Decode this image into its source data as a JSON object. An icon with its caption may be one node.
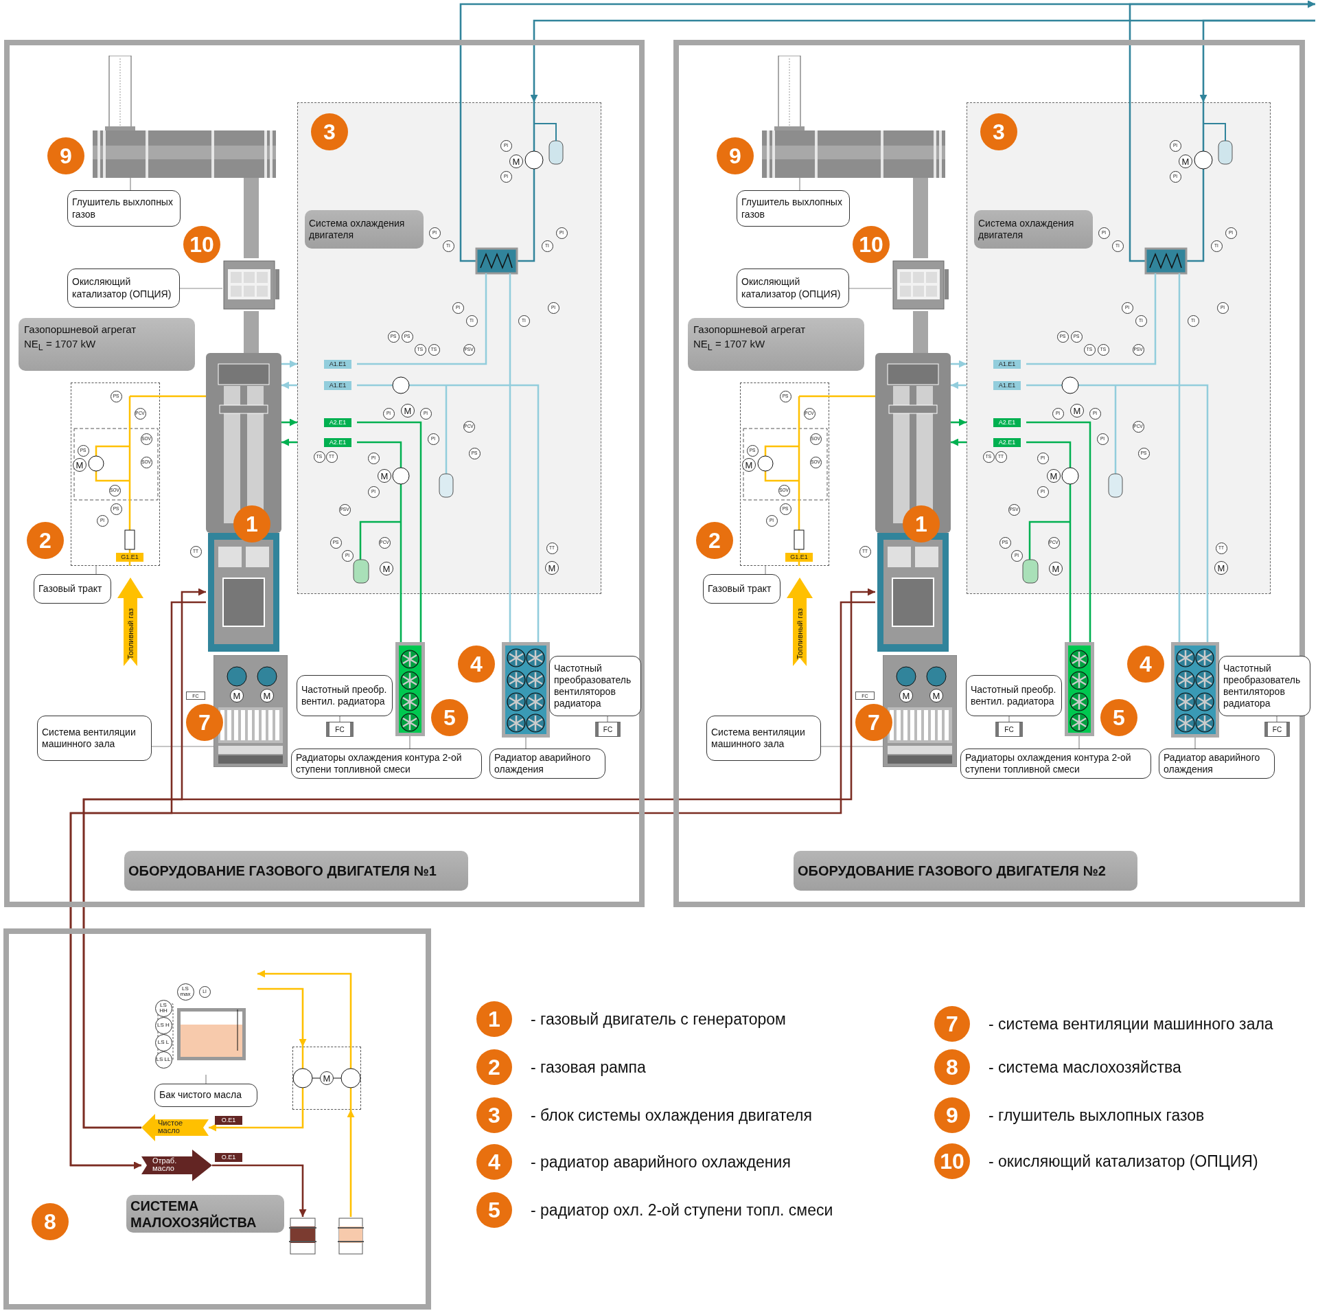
{
  "diagram": {
    "nodes": [
      {
        "text": [
          "ОБОРУДОВАНИЕ ГАЗОВОГО ДВИГАТЕЛЯ №1"
        ]
      },
      {
        "text": [
          "9"
        ],
        "in": 0
      },
      {
        "text": [],
        "shape": "picture",
        "in": 0
      },
      {
        "text": [
          "Глушитель выхлопных газов"
        ],
        "in": 0
      },
      {
        "text": [
          "10"
        ],
        "in": 0
      },
      {
        "text": [],
        "shape": "picture",
        "in": 0
      },
      {
        "text": [
          "Окисляющий катализатор (ОПЦИЯ)"
        ],
        "in": 0
      },
      {
        "text": [
          "Газопоршневой агрегат",
          "NE$_{L}$ = 1707 kW"
        ],
        "in": 0
      },
      {
        "text": [
          "Система охлаждения двигателя"
        ],
        "in": 0
      },
      {
        "text": [
          "3"
        ],
        "in": 8
      },
      {
        "text": [],
        "shape": "picture",
        "in": 0
      },
      {
        "text": [
          "1"
        ],
        "in": 0
      },
      {
        "text": [],
        "shape": "box",
        "in": 0
      },
      {
        "text": [
          "2"
        ],
        "in": 0
      },
      {
        "text": [
          "Газовый тракт"
        ],
        "in": 0
      },
      {
        "text": [
          "Топливный газ"
        ],
        "in": 0
      },
      {
        "text": [],
        "shape": "picture",
        "in": 0
      },
      {
        "text": [
          "7"
        ],
        "in": 0
      },
      {
        "text": [
          "Система вентиляции машинного зала"
        ],
        "in": 0
      },
      {
        "text": [],
        "shape": "picture",
        "in": 0
      },
      {
        "text": [
          "5"
        ],
        "in": 0
      },
      {
        "text": [
          "Радиаторы охлаждения контура 2-ой ступени топливной смеси"
        ],
        "in": 0
      },
      {
        "text": [
          "Частотный преобр. вентил. радиатора"
        ],
        "in": 0
      },
      {
        "text": [
          "FC"
        ],
        "in": 0
      },
      {
        "text": [],
        "shape": "picture",
        "in": 0
      },
      {
        "text": [
          "4"
        ],
        "in": 0
      },
      {
        "text": [
          "Радиатор аварийного олаждения"
        ],
        "in": 0
      },
      {
        "text": [
          "Частотный преобразователь вентиляторов радиатора"
        ],
        "in": 0
      },
      {
        "text": [
          "FC"
        ],
        "in": 0
      },
      {
        "text": [
          "ОБОРУДОВАНИЕ ГАЗОВОГО ДВИГАТЕЛЯ №2"
        ]
      },
      {
        "text": [
          "9"
        ],
        "in": 29
      },
      {
        "text": [],
        "shape": "picture",
        "in": 29
      },
      {
        "text": [
          "Глушитель выхлопных газов"
        ],
        "in": 29
      },
      {
        "text": [
          "10"
        ],
        "in": 29
      },
      {
        "text": [],
        "shape": "picture",
        "in": 29
      },
      {
        "text": [
          "Окисляющий катализатор (ОПЦИЯ)"
        ],
        "in": 29
      },
      {
        "text": [
          "Газопоршневой агрегат",
          "NE$_{L}$ = 1707 kW"
        ],
        "in": 29
      },
      {
        "text": [
          "Система охлаждения двигателя"
        ],
        "in": 29
      },
      {
        "text": [
          "3"
        ],
        "in": 37
      },
      {
        "text": [],
        "shape": "picture",
        "in": 29
      },
      {
        "text": [
          "1"
        ],
        "in": 29
      },
      {
        "text": [],
        "shape": "box",
        "in": 29
      },
      {
        "text": [
          "2"
        ],
        "in": 29
      },
      {
        "text": [
          "Газовый тракт"
        ],
        "in": 29
      },
      {
        "text": [
          "Топливный газ"
        ],
        "in": 29
      },
      {
        "text": [],
        "shape": "picture",
        "in": 29
      },
      {
        "text": [
          "7"
        ],
        "in": 29
      },
      {
        "text": [
          "Система вентиляции машинного зала"
        ],
        "in": 29
      },
      {
        "text": [],
        "shape": "picture",
        "in": 29
      },
      {
        "text": [
          "5"
        ],
        "in": 29
      },
      {
        "text": [
          "Радиаторы охлаждения контура 2-ой ступени топливной смеси"
        ],
        "in": 29
      },
      {
        "text": [
          "Частотный преобр. вентил. радиатора"
        ],
        "in": 29
      },
      {
        "text": [
          "FC"
        ],
        "in": 29
      },
      {
        "text": [],
        "shape": "picture",
        "in": 29
      },
      {
        "text": [
          "4"
        ],
        "in": 29
      },
      {
        "text": [
          "Радиатор аварийного олаждения"
        ],
        "in": 29
      },
      {
        "text": [
          "Частотный преобразователь вентиляторов радиатора"
        ],
        "in": 29
      },
      {
        "text": [
          "FC"
        ],
        "in": 29
      },
      {
        "text": [
          "СИСТЕМА МАЛОХОЗЯЙСТВА"
        ]
      },
      {
        "text": [
          "8"
        ],
        "in": 58
      },
      {
        "text": [],
        "shape": "picture",
        "in": 58
      },
      {
        "text": [
          "Бак чистого масла"
        ],
        "in": 58
      },
      {
        "text": [],
        "shape": "box",
        "in": 58
      },
      {
        "text": [
          "Чистое масло"
        ],
        "in": 58
      },
      {
        "text": [
          "Отраб. масло"
        ],
        "in": 58
      },
      {
        "text": [],
        "shape": "picture",
        "in": 58
      },
      {
        "text": [],
        "shape": "picture",
        "in": 58
      },
      {
        "text": [
          "1"
        ],
        "beside": [
          "- газовый двигатель с генератором"
        ]
      },
      {
        "text": [
          "2"
        ],
        "beside": [
          "- газовая рампа"
        ]
      },
      {
        "text": [
          "3"
        ],
        "beside": [
          "- блок системы охлаждения двигателя"
        ]
      },
      {
        "text": [
          "4"
        ],
        "beside": [
          "- радиатор аварийного охлаждения"
        ]
      },
      {
        "text": [
          "5"
        ],
        "beside": [
          "- радиатор охл. 2-ой ступени топл. смеси"
        ]
      },
      {
        "text": [
          "7"
        ],
        "beside": [
          "- система вентиляции машинного зала"
        ]
      },
      {
        "text": [
          "8"
        ],
        "beside": [
          "- система маслохозяйства"
        ]
      },
      {
        "text": [
          "9"
        ],
        "beside": [
          "- глушитель выхлопных газов"
        ]
      },
      {
        "text": [
          "10"
        ],
        "beside": [
          "- окисляющий катализатор (ОПЦИЯ)"
        ]
      }
    ],
    "edges": [
      {
        "from": 3,
        "to": 2,
        "arrow": "none"
      },
      {
        "from": 6,
        "to": 5,
        "arrow": "none"
      },
      {
        "from": 14,
        "to": 12,
        "arrow": "none"
      },
      {
        "from": 18,
        "to": 16,
        "arrow": "none"
      },
      {
        "from": 21,
        "to": 19,
        "arrow": "none"
      },
      {
        "from": 22,
        "to": 23,
        "arrow": "none"
      },
      {
        "from": 26,
        "to": 24,
        "arrow": "none"
      },
      {
        "from": 27,
        "to": 28,
        "arrow": "none"
      },
      {
        "from": 10,
        "to": 5,
        "arrow": "none",
        "style": "thick",
        "color": "#a6a6a6"
      },
      {
        "from": 5,
        "to": 2,
        "arrow": "none",
        "style": "thick",
        "color": "#a6a6a6"
      },
      {
        "from": 12,
        "to": 10,
        "arrow": "none",
        "color": "#ffc000"
      },
      {
        "from": 10,
        "to": 8,
        "arrow": "to",
        "color": "#92cddc"
      },
      {
        "from": 8,
        "to": 10,
        "arrow": "to",
        "color": "#92cddc"
      },
      {
        "from": 10,
        "to": 8,
        "arrow": "to",
        "color": "#00b050"
      },
      {
        "from": 8,
        "to": 10,
        "arrow": "to",
        "color": "#00b050"
      },
      {
        "from": 8,
        "to": 19,
        "arrow": "none",
        "color": "#00b050"
      },
      {
        "from": 8,
        "to": 19,
        "arrow": "none",
        "color": "#00b050"
      },
      {
        "from": 8,
        "to": 24,
        "arrow": "none",
        "color": "#92cddc"
      },
      {
        "from": 8,
        "to": 24,
        "arrow": "none",
        "color": "#92cddc"
      },
      {
        "from": 8,
        "to": null,
        "arrow": "to",
        "color": "#31849b"
      },
      {
        "from": null,
        "to": 8,
        "arrow": "to",
        "color": "#31849b"
      },
      {
        "from": 32,
        "to": 31,
        "arrow": "none"
      },
      {
        "from": 35,
        "to": 34,
        "arrow": "none"
      },
      {
        "from": 43,
        "to": 41,
        "arrow": "none"
      },
      {
        "from": 47,
        "to": 45,
        "arrow": "none"
      },
      {
        "from": 50,
        "to": 48,
        "arrow": "none"
      },
      {
        "from": 51,
        "to": 52,
        "arrow": "none"
      },
      {
        "from": 55,
        "to": 53,
        "arrow": "none"
      },
      {
        "from": 56,
        "to": 57,
        "arrow": "none"
      },
      {
        "from": 39,
        "to": 34,
        "arrow": "none",
        "style": "thick",
        "color": "#a6a6a6"
      },
      {
        "from": 34,
        "to": 31,
        "arrow": "none",
        "style": "thick",
        "color": "#a6a6a6"
      },
      {
        "from": 41,
        "to": 39,
        "arrow": "none",
        "color": "#ffc000"
      },
      {
        "from": 39,
        "to": 37,
        "arrow": "to",
        "color": "#92cddc"
      },
      {
        "from": 37,
        "to": 39,
        "arrow": "to",
        "color": "#92cddc"
      },
      {
        "from": 39,
        "to": 37,
        "arrow": "to",
        "color": "#00b050"
      },
      {
        "from": 37,
        "to": 39,
        "arrow": "to",
        "color": "#00b050"
      },
      {
        "from": 37,
        "to": 48,
        "arrow": "none",
        "color": "#00b050"
      },
      {
        "from": 37,
        "to": 48,
        "arrow": "none",
        "color": "#00b050"
      },
      {
        "from": 37,
        "to": 53,
        "arrow": "none",
        "color": "#92cddc"
      },
      {
        "from": 37,
        "to": 53,
        "arrow": "none",
        "color": "#92cddc"
      },
      {
        "from": 37,
        "to": null,
        "arrow": "to",
        "color": "#31849b"
      },
      {
        "from": null,
        "to": 37,
        "arrow": "to",
        "color": "#31849b"
      },
      {
        "from": 61,
        "to": 60,
        "arrow": "none"
      },
      {
        "from": 60,
        "to": 62,
        "arrow": "to",
        "color": "#ffc000"
      },
      {
        "from": 62,
        "to": 60,
        "arrow": "to",
        "color": "#ffc000"
      },
      {
        "from": 62,
        "to": 63,
        "arrow": "to",
        "color": "#ffc000"
      },
      {
        "from": 64,
        "to": 65,
        "arrow": "to",
        "color": "#7b2c22"
      },
      {
        "from": 66,
        "to": 62,
        "arrow": "to",
        "color": "#ffc000"
      },
      {
        "from": 63,
        "to": 10,
        "arrow": "to",
        "color": "#7b2c22"
      },
      {
        "from": 63,
        "to": 39,
        "arrow": "to",
        "color": "#7b2c22"
      },
      {
        "from": 10,
        "to": 64,
        "arrow": "to",
        "color": "#7b2c22"
      },
      {
        "from": 39,
        "to": 64,
        "arrow": "to",
        "color": "#7b2c22"
      }
    ],
    "labels": [
      "PS",
      "PCV",
      "SOV",
      "PS",
      "M",
      "SOV",
      "SOV",
      "PS",
      "PI",
      "G1.E1",
      "TT",
      "FC",
      "M",
      "M",
      "A1.E1",
      "A1.E1",
      "A2.E1",
      "A2.E1",
      "TS",
      "TT",
      "PI",
      "M",
      "PI",
      "PI",
      "TI",
      "PI",
      "TI",
      "PI",
      "TI",
      "PI",
      "TI",
      "PS",
      "PS",
      "TS",
      "TS",
      "PSV",
      "PI",
      "M",
      "PI",
      "PCV",
      "PI",
      "PS",
      "PI",
      "M",
      "PI",
      "PSV",
      "PS",
      "PCV",
      "PI",
      "M",
      "TT",
      "M",
      "PS",
      "PCV",
      "SOV",
      "PS",
      "M",
      "SOV",
      "SOV",
      "PS",
      "PI",
      "G1.E1",
      "TT",
      "FC",
      "M",
      "M",
      "A1.E1",
      "A1.E1",
      "A2.E1",
      "A2.E1",
      "TS",
      "TT",
      "PI",
      "M",
      "PI",
      "PI",
      "TI",
      "PI",
      "TI",
      "PI",
      "TI",
      "PI",
      "TI",
      "PS",
      "PS",
      "TS",
      "TS",
      "PSV",
      "PI",
      "M",
      "PI",
      "PCV",
      "PI",
      "PS",
      "PI",
      "M",
      "PI",
      "PSV",
      "PS",
      "PCV",
      "PI",
      "M",
      "TT",
      "M",
      "LS max",
      "LI",
      "LS HH",
      "LS H",
      "LS L",
      "LS LL",
      "M",
      "O.E1",
      "O.E1"
    ]
  }
}
